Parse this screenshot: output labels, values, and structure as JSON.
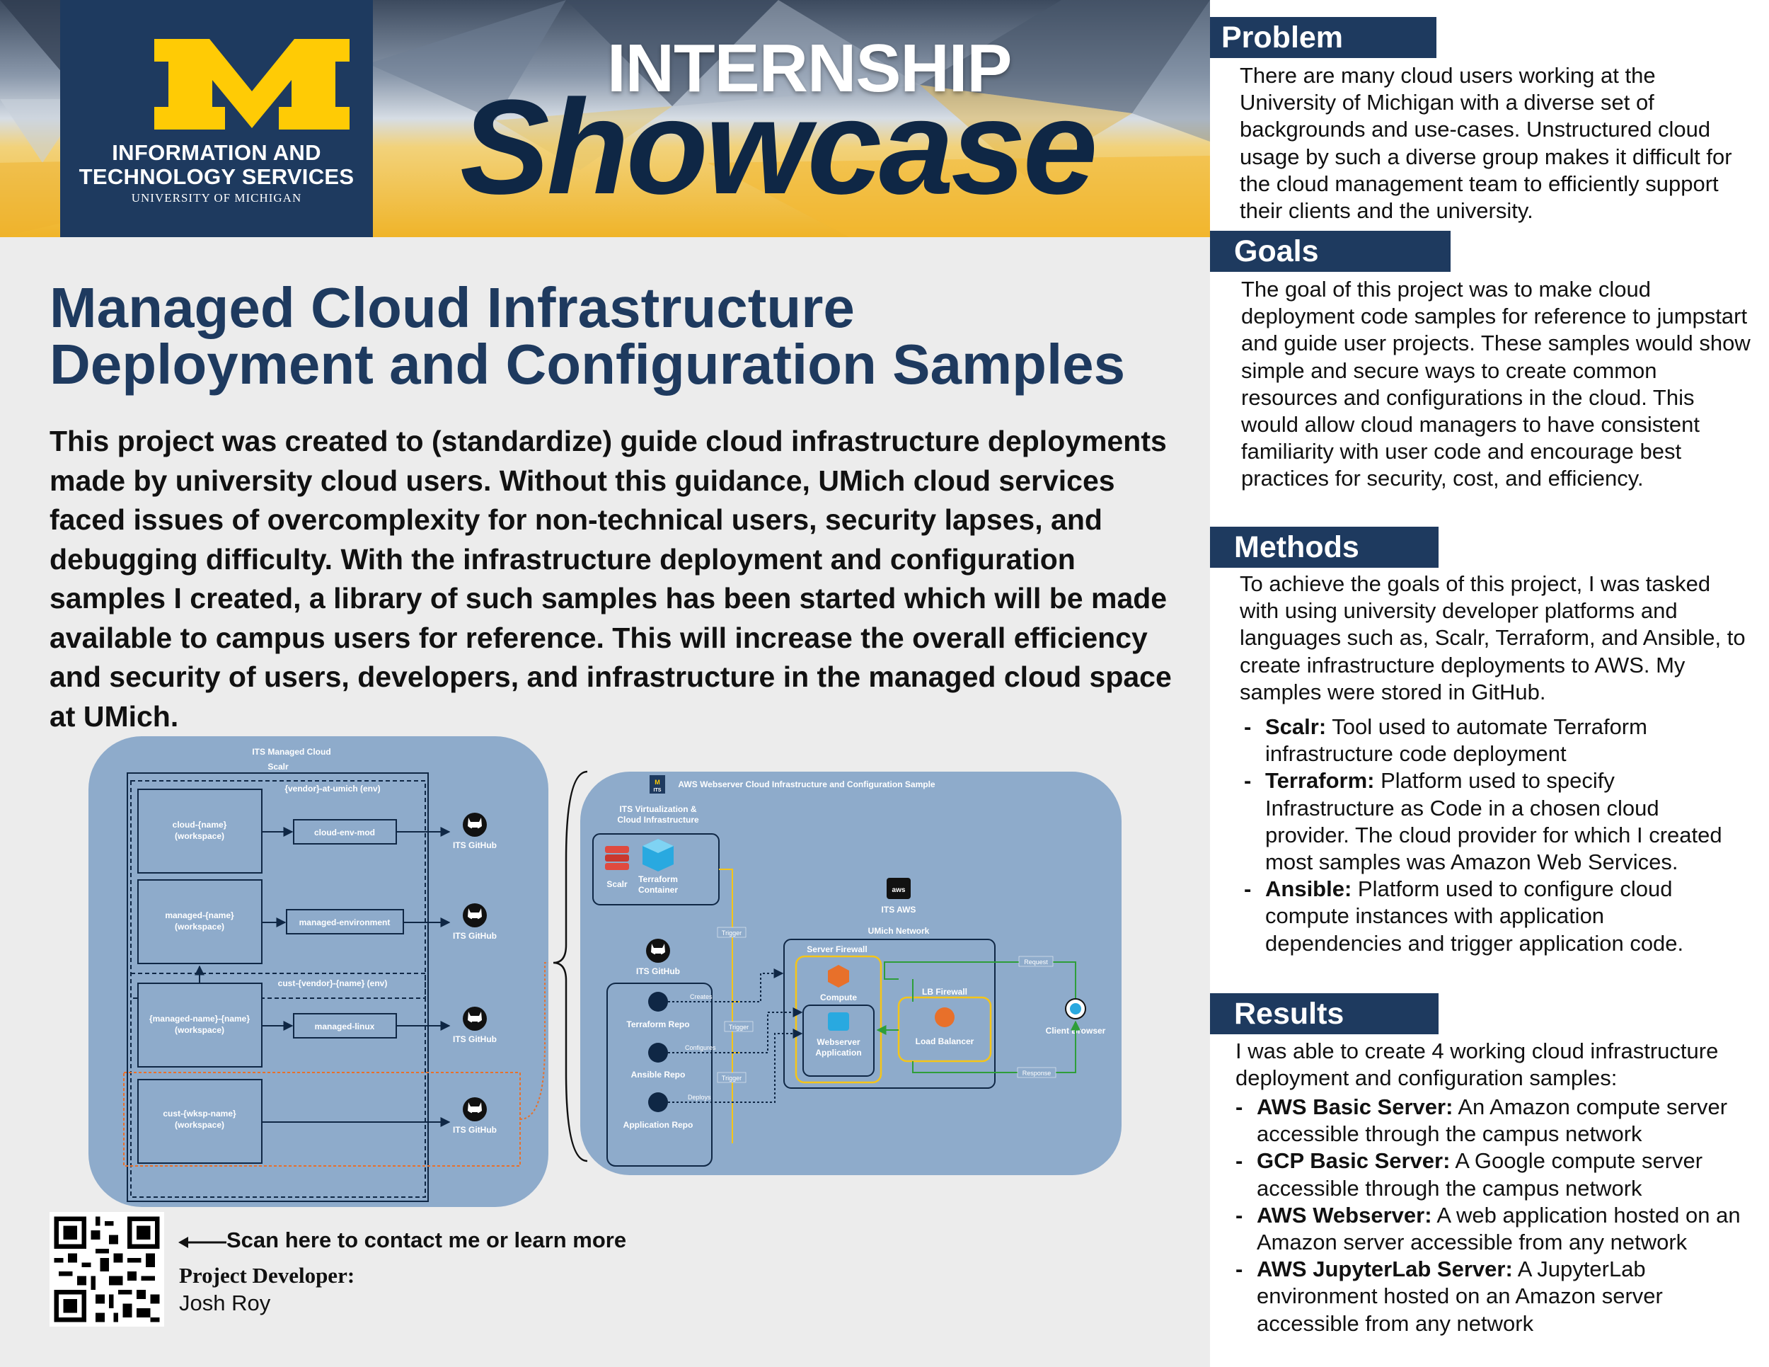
{
  "banner": {
    "org_line1": "INFORMATION AND",
    "org_line2": "TECHNOLOGY SERVICES",
    "org_line3": "UNIVERSITY OF MICHIGAN",
    "title_top": "INTERNSHIP",
    "title_main": "Showcase"
  },
  "main": {
    "title_line1": "Managed Cloud Infrastructure",
    "title_line2": "Deployment and Configuration Samples",
    "intro": "This project was created to (standardize) guide cloud infrastructure deployments made by university cloud users. Without this guidance, UMich cloud services faced issues of overcomplexity for non-technical users, security lapses, and debugging difficulty. With the infrastructure deployment and configuration samples I created, a library of such samples has been started which will be made available to campus users for reference. This will increase the overall efficiency and security of users, developers, and infrastructure in the managed cloud space at UMich."
  },
  "diagram": {
    "left": {
      "title": "ITS Managed Cloud",
      "scalr": "Scalr",
      "env1": "{vendor}-at-umich (env)",
      "env2": "cust-{vendor}-{name} (env)",
      "ws1": "cloud-{name}",
      "ws2": "managed-{name}",
      "ws3": "{managed-name}-{name}",
      "ws4": "cust-{wksp-name}",
      "ws_sub": "(workspace)",
      "mod1": "cloud-env-mod",
      "mod2": "managed-environment",
      "mod3": "managed-linux",
      "github": "ITS GitHub"
    },
    "right": {
      "title": "AWS Webserver Cloud Infrastructure and Configuration Sample",
      "virt_line1": "ITS Virtualization &",
      "virt_line2": "Cloud Infrastructure",
      "scalr": "Scalr",
      "terraform_line1": "Terraform",
      "terraform_line2": "Container",
      "its_aws": "ITS AWS",
      "aws_badge": "aws",
      "its_badge": "ITS",
      "umich_network": "UMich Network",
      "server_firewall": "Server Firewall",
      "compute": "Compute",
      "webserver_line1": "Webserver",
      "webserver_line2": "Application",
      "lb_firewall": "LB Firewall",
      "load_balancer": "Load Balancer",
      "client_browser": "Client Browser",
      "its_github": "ITS GitHub",
      "terraform_repo": "Terraform Repo",
      "ansible_repo": "Ansible Repo",
      "application_repo": "Application Repo",
      "trigger": "Trigger",
      "creates": "Creates",
      "configures": "Configures",
      "deploys": "Deploys",
      "request": "Request",
      "response": "Response"
    }
  },
  "contact": {
    "scan": "Scan here to contact me or learn more",
    "developer_label": "Project Developer:",
    "developer_name": "Josh Roy"
  },
  "problem": {
    "heading": "Problem",
    "text": "There are many cloud users working at the University of Michigan with a diverse set of backgrounds and use-cases. Unstructured cloud usage by such a diverse group makes it difficult for the cloud management team to efficiently support their clients and the university."
  },
  "goals": {
    "heading": "Goals",
    "text": "The goal of this project was to make cloud deployment code samples for reference to jumpstart and guide user projects. These samples would show simple and secure ways to create common resources and configurations in the cloud. This would allow cloud managers to have consistent familiarity with user code and encourage best practices for security, cost, and efficiency."
  },
  "methods": {
    "heading": "Methods",
    "text": "To achieve the goals of this project, I was tasked with using university developer platforms and languages such as, Scalr, Terraform, and Ansible, to create infrastructure deployments to AWS. My samples were stored in GitHub.",
    "items": [
      {
        "term": "Scalr:",
        "desc": "Tool used to automate Terraform infrastructure code deployment"
      },
      {
        "term": "Terraform:",
        "desc": "Platform used to specify Infrastructure as Code in a chosen cloud provider. The cloud provider for which I created most samples was Amazon Web Services."
      },
      {
        "term": "Ansible:",
        "desc": "Platform used to configure cloud compute instances with application dependencies and trigger application code."
      }
    ]
  },
  "results": {
    "heading": "Results",
    "text": "I was able to create 4 working cloud infrastructure deployment and configuration samples:",
    "items": [
      {
        "term": "AWS Basic Server:",
        "desc": "An Amazon compute server accessible through the campus network"
      },
      {
        "term": "GCP Basic Server:",
        "desc": "A Google compute server accessible through the campus network"
      },
      {
        "term": "AWS Webserver:",
        "desc": "A web application hosted on an Amazon server accessible from any network"
      },
      {
        "term": "AWS JupyterLab Server:",
        "desc": "A JupyterLab environment hosted on an Amazon server accessible from any network"
      }
    ]
  },
  "colors": {
    "navy": "#1e3a5f",
    "maize": "#ffcb05",
    "diagram_blue": "#8eabcb",
    "trigger_yellow": "#f5c518",
    "lb_green": "#2e9e3a",
    "accent_orange": "#e8702a"
  }
}
